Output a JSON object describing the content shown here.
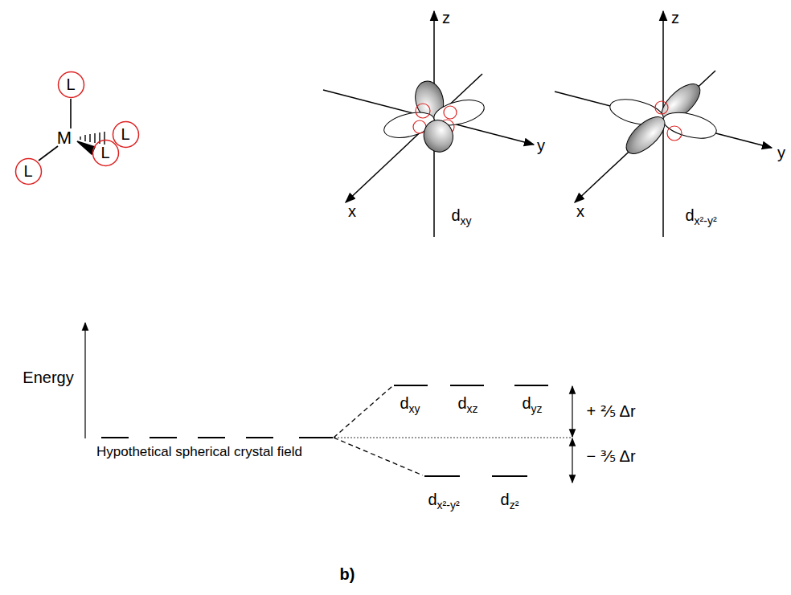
{
  "diagram": {
    "nodes": [
      {
        "text": [
          "L"
        ]
      },
      {
        "text": [
          "L"
        ]
      },
      {
        "text": [
          "L"
        ]
      },
      {
        "text": [
          "L"
        ]
      }
    ],
    "labels": [
      "M",
      "z",
      "y",
      "x",
      "dxy",
      "z",
      "y",
      "x",
      "dx²-y²",
      "Energy",
      "dxy",
      "dxz",
      "dyz",
      "+ ⅖ Δr",
      "Hypothetical spherical crystal field",
      "− ⅗ Δr",
      "dx²-y²",
      "dz²",
      "b)"
    ]
  }
}
